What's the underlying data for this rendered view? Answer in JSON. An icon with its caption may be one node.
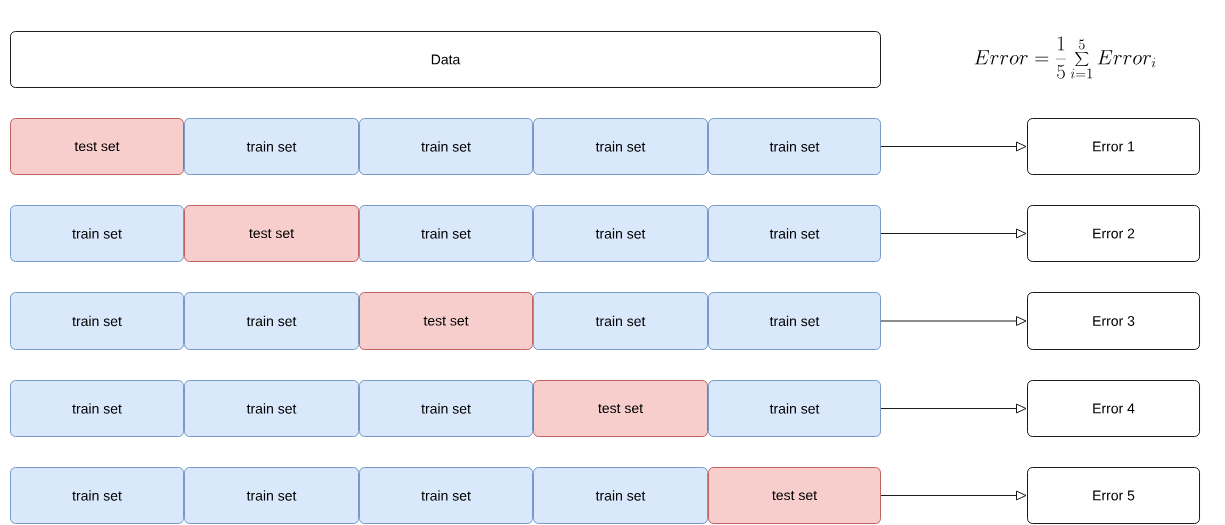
{
  "diagram": {
    "nodes": [
      {
        "text": [
          "Data"
        ]
      },
      {
        "text": [
          "test set"
        ]
      },
      {
        "text": [
          "train set"
        ]
      },
      {
        "text": [
          "train set"
        ]
      },
      {
        "text": [
          "train set"
        ]
      },
      {
        "text": [
          "train set"
        ]
      },
      {
        "text": [
          "Error 1"
        ]
      },
      {
        "text": [
          "train set"
        ]
      },
      {
        "text": [
          "test set"
        ]
      },
      {
        "text": [
          "train set"
        ]
      },
      {
        "text": [
          "train set"
        ]
      },
      {
        "text": [
          "train set"
        ]
      },
      {
        "text": [
          "Error 2"
        ]
      },
      {
        "text": [
          "train set"
        ]
      },
      {
        "text": [
          "train set"
        ]
      },
      {
        "text": [
          "test set"
        ]
      },
      {
        "text": [
          "train set"
        ]
      },
      {
        "text": [
          "train set"
        ]
      },
      {
        "text": [
          "Error 3"
        ]
      },
      {
        "text": [
          "train set"
        ]
      },
      {
        "text": [
          "train set"
        ]
      },
      {
        "text": [
          "train set"
        ]
      },
      {
        "text": [
          "test set"
        ]
      },
      {
        "text": [
          "train set"
        ]
      },
      {
        "text": [
          "Error 4"
        ]
      },
      {
        "text": [
          "train set"
        ]
      },
      {
        "text": [
          "train set"
        ]
      },
      {
        "text": [
          "train set"
        ]
      },
      {
        "text": [
          "train set"
        ]
      },
      {
        "text": [
          "test set"
        ]
      },
      {
        "text": [
          "Error 5"
        ]
      }
    ],
    "edges": [
      {
        "from": 5,
        "to": 6,
        "arrow": "to"
      },
      {
        "from": 11,
        "to": 12,
        "arrow": "to"
      },
      {
        "from": 17,
        "to": 18,
        "arrow": "to"
      },
      {
        "from": 23,
        "to": 24,
        "arrow": "to"
      },
      {
        "from": 29,
        "to": 30,
        "arrow": "to"
      }
    ],
    "labels": [
      "Error=\\frac{1}{5}\\sum_{i=1}^{5}Error_i"
    ]
  }
}
